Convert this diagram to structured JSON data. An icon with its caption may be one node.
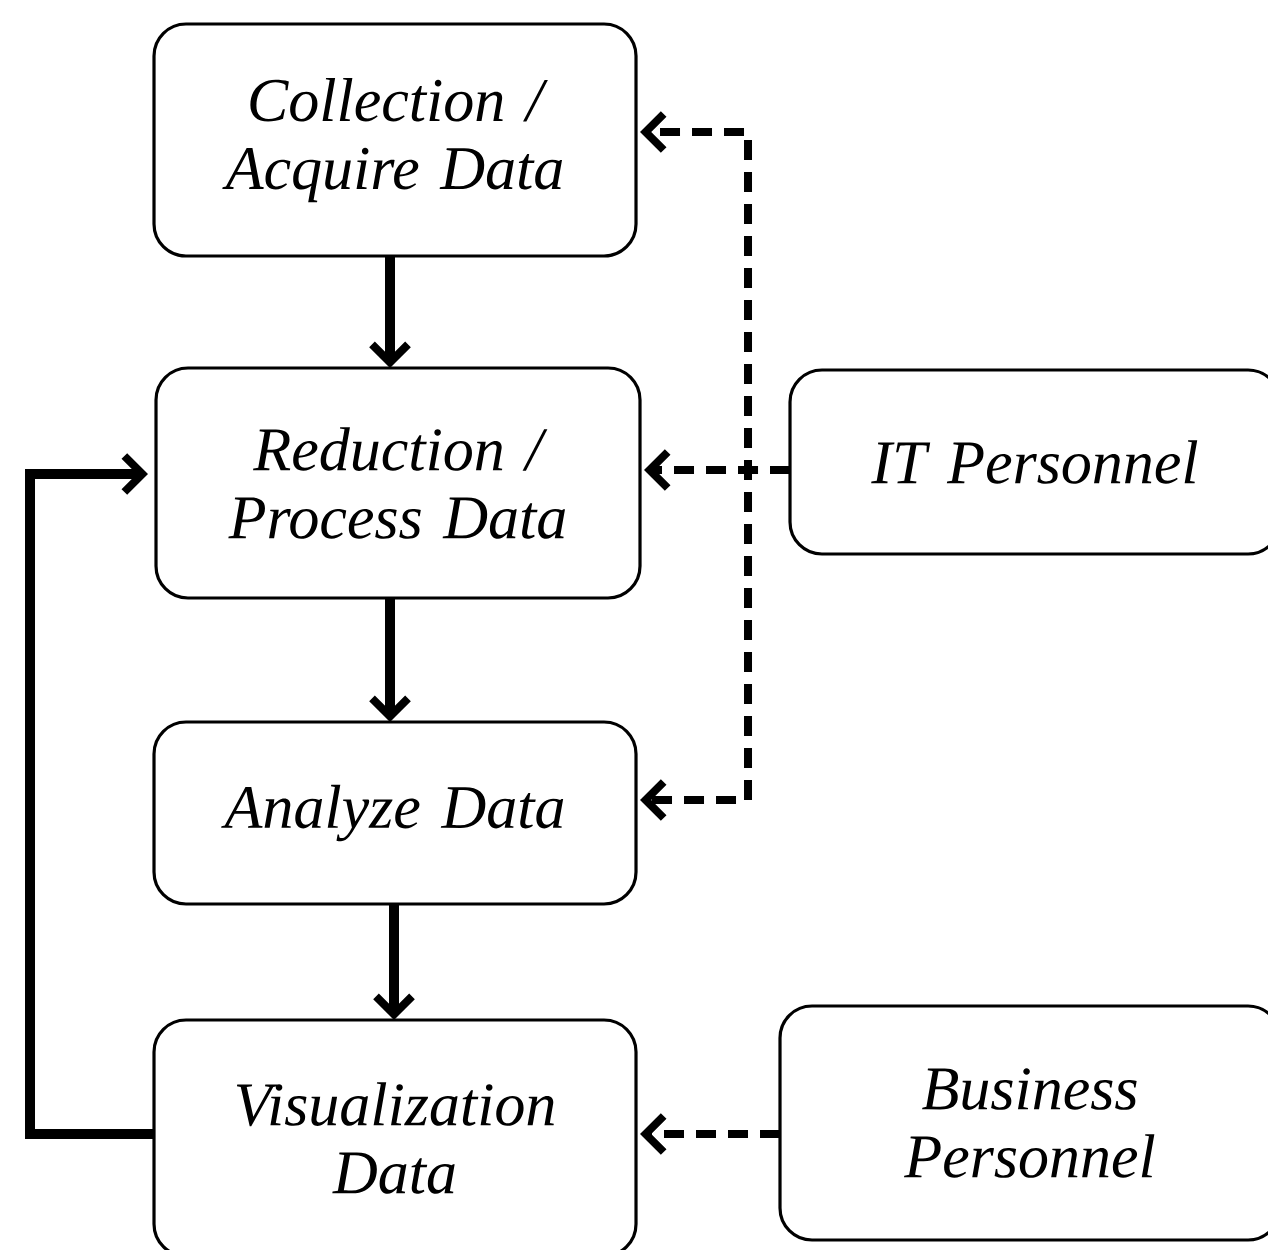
{
  "diagram": {
    "nodes": [
      {
        "text": [
          "Collection / Acquire Data"
        ]
      },
      {
        "text": [
          "Reduction / Process Data"
        ]
      },
      {
        "text": [
          "Analyze Data"
        ]
      },
      {
        "text": [
          "Visualization Data"
        ]
      },
      {
        "text": [
          "IT Personnel"
        ]
      },
      {
        "text": [
          "Business Personnel"
        ]
      }
    ],
    "edges": [
      {
        "from": 0,
        "to": 1,
        "arrow": "to"
      },
      {
        "from": 1,
        "to": 2,
        "arrow": "to"
      },
      {
        "from": 2,
        "to": 3,
        "arrow": "to"
      },
      {
        "from": 3,
        "to": 1,
        "arrow": "to"
      },
      {
        "from": 4,
        "to": 0,
        "arrow": "to",
        "style": "dashed"
      },
      {
        "from": 4,
        "to": 1,
        "arrow": "to",
        "style": "dashed"
      },
      {
        "from": 4,
        "to": 2,
        "arrow": "to",
        "style": "dashed"
      },
      {
        "from": 5,
        "to": 3,
        "arrow": "to",
        "style": "dashed"
      }
    ]
  }
}
